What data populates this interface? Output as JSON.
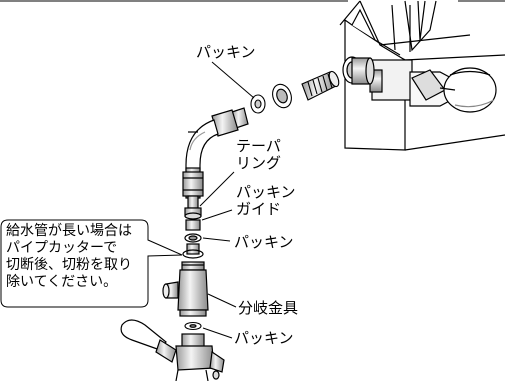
{
  "labels": {
    "packing_top": "パッキン",
    "taper_ring": "テーパ\nリング",
    "packing_guide": "パッキン\nガイド",
    "packing_mid": "パッキン",
    "branch_fitting": "分岐金具",
    "packing_bottom": "パッキン"
  },
  "note": {
    "text": "給水管が長い場合は\nパイプカッターで\n切断後、切粉を取り\n除いてください。"
  },
  "colors": {
    "line": "#000000",
    "fill_light": "#ffffff",
    "fill_shade": "#cfcfcf",
    "fill_dark": "#7a7a7a"
  }
}
